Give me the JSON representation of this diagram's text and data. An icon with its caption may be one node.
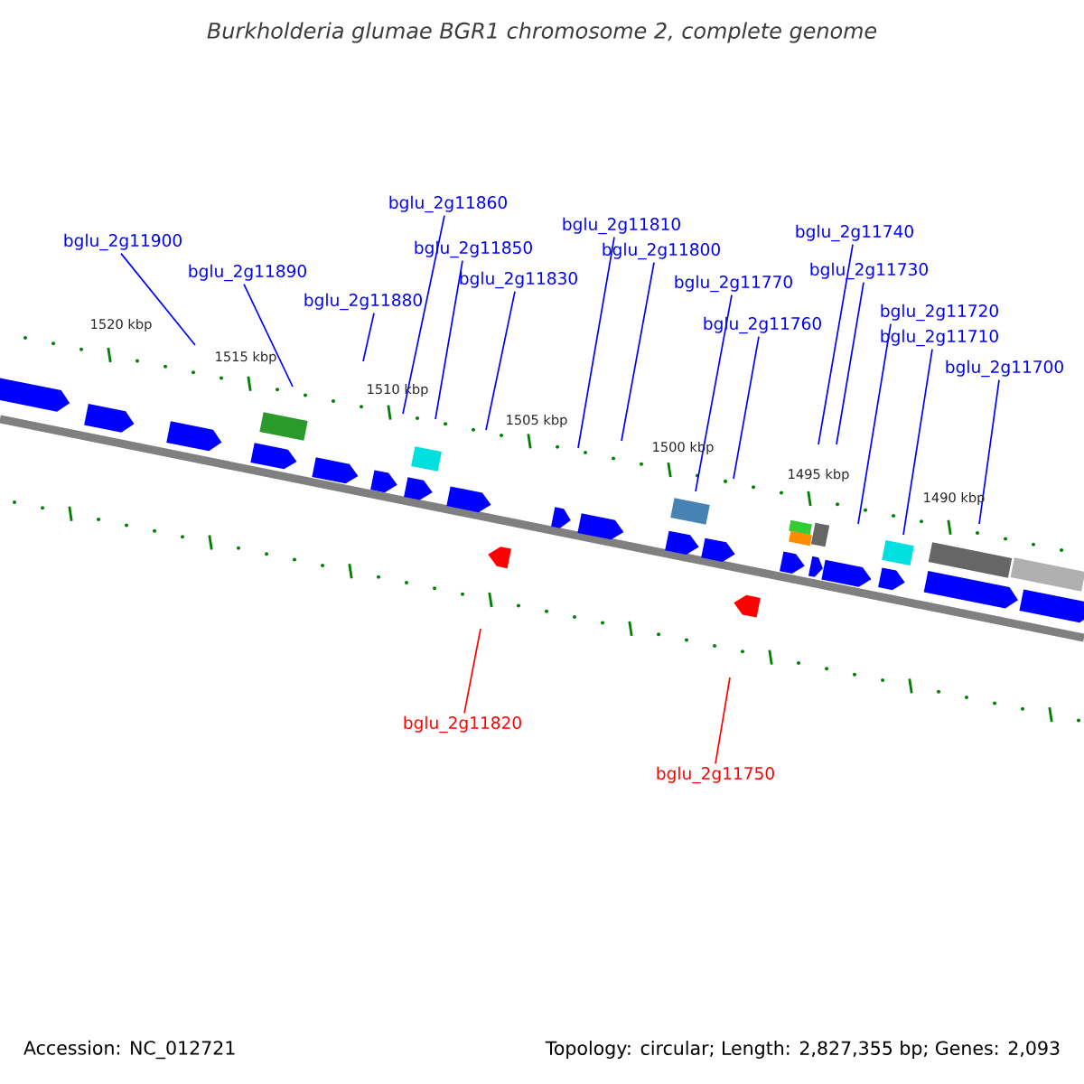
{
  "diagram": {
    "title": "Burkholderia glumae BGR1 chromosome 2, complete genome",
    "nodes": [
      {
        "text": [
          "bglu_2g11860"
        ]
      },
      {
        "text": [
          "bglu_2g11810"
        ]
      },
      {
        "text": [
          "bglu_2g11740"
        ]
      },
      {
        "text": [
          "bglu_2g11900"
        ]
      },
      {
        "text": [
          "bglu_2g11850"
        ]
      },
      {
        "text": [
          "bglu_2g11800"
        ]
      },
      {
        "text": [
          "bglu_2g11730"
        ]
      },
      {
        "text": [
          "bglu_2g11890"
        ]
      },
      {
        "text": [
          "bglu_2g11830"
        ]
      },
      {
        "text": [
          "bglu_2g11770"
        ]
      },
      {
        "text": [
          "bglu_2g11880"
        ]
      },
      {
        "text": [
          "bglu_2g11720"
        ]
      },
      {
        "text": [
          "bglu_2g11760"
        ]
      },
      {
        "text": [
          "bglu_2g11710"
        ]
      },
      {
        "text": [
          "bglu_2g11700"
        ]
      },
      {
        "text": [
          "bglu_2g11820"
        ]
      },
      {
        "text": [
          "bglu_2g11750"
        ]
      }
    ],
    "edges": [
      {
        "from": 0,
        "to": null,
        "arrow": "none"
      },
      {
        "from": 1,
        "to": null,
        "arrow": "none"
      },
      {
        "from": 2,
        "to": null,
        "arrow": "none"
      },
      {
        "from": 3,
        "to": null,
        "arrow": "none"
      },
      {
        "from": 4,
        "to": null,
        "arrow": "none"
      },
      {
        "from": 5,
        "to": null,
        "arrow": "none"
      },
      {
        "from": 6,
        "to": null,
        "arrow": "none"
      },
      {
        "from": 7,
        "to": null,
        "arrow": "none"
      },
      {
        "from": 8,
        "to": null,
        "arrow": "none"
      },
      {
        "from": 9,
        "to": null,
        "arrow": "none"
      },
      {
        "from": 10,
        "to": null,
        "arrow": "none"
      },
      {
        "from": 11,
        "to": null,
        "arrow": "none"
      },
      {
        "from": 12,
        "to": null,
        "arrow": "none"
      },
      {
        "from": 13,
        "to": null,
        "arrow": "none"
      },
      {
        "from": 14,
        "to": null,
        "arrow": "none"
      },
      {
        "from": 15,
        "to": null,
        "arrow": "none",
        "color": "#ff0000"
      },
      {
        "from": 16,
        "to": null,
        "arrow": "none",
        "color": "#ff0000"
      }
    ],
    "labels": [
      "1520 kbp",
      "1515 kbp",
      "1510 kbp",
      "1505 kbp",
      "1500 kbp",
      "1495 kbp",
      "1490 kbp",
      "Accession: NC_012721",
      "Topology: circular; Length: 2,827,355 bp; Genes: 2,093"
    ]
  }
}
